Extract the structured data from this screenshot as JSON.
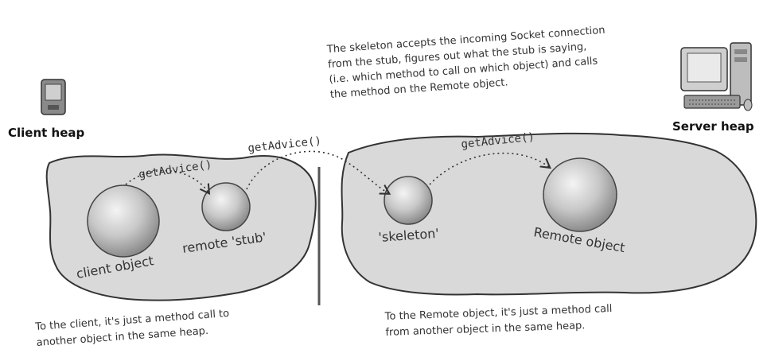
{
  "client": {
    "heap_label": "Client heap",
    "device_icon": "handheld-device-icon",
    "client_object_label": "client object",
    "stub_label": "remote 'stub'",
    "local_call_label": "getAdvice()"
  },
  "network": {
    "call_label": "getAdvice()"
  },
  "server": {
    "heap_label": "Server heap",
    "device_icon": "desktop-computer-icon",
    "skeleton_label": "'skeleton'",
    "remote_object_label": "Remote object",
    "local_call_label": "getAdvice()"
  },
  "notes": {
    "skeleton_note": [
      "The skeleton accepts the incoming Socket connection",
      "from the stub, figures out what the stub is saying,",
      "(i.e. which method to call on which object) and calls",
      "the method on the Remote object."
    ],
    "client_note": [
      "To the client, it's just a method call to",
      "another object in the same heap."
    ],
    "server_note": [
      "To the Remote object, it's just a method call",
      "from another object in the same heap."
    ]
  },
  "colors": {
    "heap_fill": "#d9d9d9",
    "heap_stroke": "#333333",
    "sphere_light": "#f2f2f2",
    "sphere_dark": "#8f8f8f"
  }
}
